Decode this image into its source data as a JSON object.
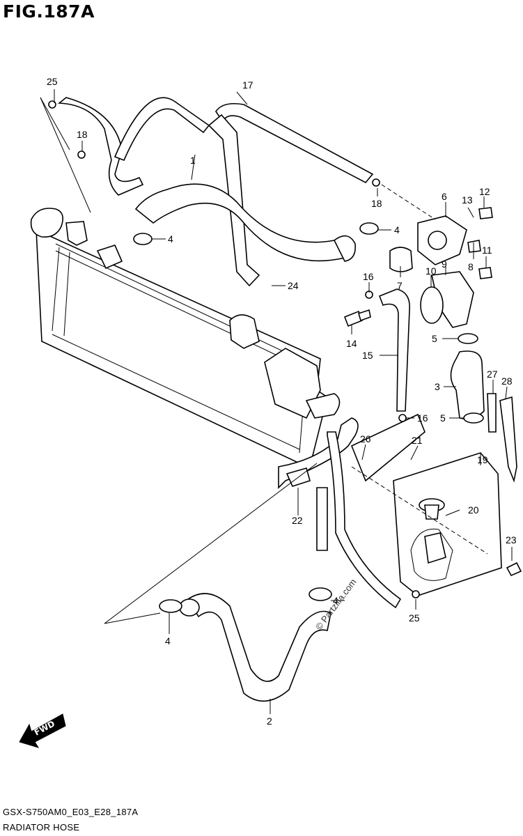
{
  "header": {
    "title": "FIG.187A"
  },
  "footer": {
    "code": "GSX-S750AM0_E03_E28_187A",
    "caption": "RADIATOR HOSE"
  },
  "watermark": "© Partzilla.com",
  "fwd_label": "FWD",
  "callouts": [
    {
      "id": "c25a",
      "label": "25"
    },
    {
      "id": "c17",
      "label": "17"
    },
    {
      "id": "c18a",
      "label": "18"
    },
    {
      "id": "c1",
      "label": "1"
    },
    {
      "id": "c18b",
      "label": "18"
    },
    {
      "id": "c6",
      "label": "6"
    },
    {
      "id": "c13",
      "label": "13"
    },
    {
      "id": "c12",
      "label": "12"
    },
    {
      "id": "c4a",
      "label": "4"
    },
    {
      "id": "c4b",
      "label": "4"
    },
    {
      "id": "c24",
      "label": "24"
    },
    {
      "id": "c8",
      "label": "8"
    },
    {
      "id": "c11",
      "label": "11"
    },
    {
      "id": "c16a",
      "label": "16"
    },
    {
      "id": "c10",
      "label": "10"
    },
    {
      "id": "c9",
      "label": "9"
    },
    {
      "id": "c7",
      "label": "7"
    },
    {
      "id": "c14",
      "label": "14"
    },
    {
      "id": "c5a",
      "label": "5"
    },
    {
      "id": "c15",
      "label": "15"
    },
    {
      "id": "c27",
      "label": "27"
    },
    {
      "id": "c28",
      "label": "28"
    },
    {
      "id": "c3",
      "label": "3"
    },
    {
      "id": "c16b",
      "label": "16"
    },
    {
      "id": "c5b",
      "label": "5"
    },
    {
      "id": "c26",
      "label": "26"
    },
    {
      "id": "c21",
      "label": "21"
    },
    {
      "id": "c19",
      "label": "19"
    },
    {
      "id": "c20",
      "label": "20"
    },
    {
      "id": "c22",
      "label": "22"
    },
    {
      "id": "c23",
      "label": "23"
    },
    {
      "id": "c4c",
      "label": "4"
    },
    {
      "id": "c4d",
      "label": "4"
    },
    {
      "id": "c25b",
      "label": "25"
    },
    {
      "id": "c2",
      "label": "2"
    }
  ]
}
